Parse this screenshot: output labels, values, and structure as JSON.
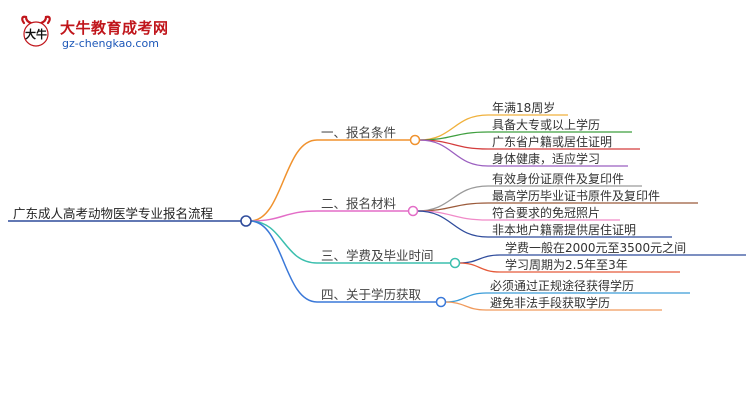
{
  "logo": {
    "title": "大牛教育成考网",
    "url": "gz-chengkao.com",
    "mark_text": "大牛",
    "colors": {
      "title": "#c0151b",
      "url": "#1c57b8"
    }
  },
  "root": {
    "label": "广东成人高考动物医学专业报名流程"
  },
  "branches": [
    {
      "label": "一、报名条件",
      "color": "#f0922e",
      "children": [
        {
          "label": "年满18周岁",
          "color": "#f0b13c"
        },
        {
          "label": "具备大专或以上学历",
          "color": "#3f9f3f"
        },
        {
          "label": "广东省户籍或居住证明",
          "color": "#d43c3c"
        },
        {
          "label": "身体健康，适应学习",
          "color": "#9b5fc0"
        }
      ]
    },
    {
      "label": "二、报名材料",
      "color": "#e36dc7",
      "children": [
        {
          "label": "有效身份证原件及复印件",
          "color": "#9a9a9a"
        },
        {
          "label": "最高学历毕业证书原件及复印件",
          "color": "#9b5a3a"
        },
        {
          "label": "符合要求的免冠照片",
          "color": "#f08ac8"
        },
        {
          "label": "非本地户籍需提供居住证明",
          "color": "#2f4c9c"
        }
      ]
    },
    {
      "label": "三、学费及毕业时间",
      "color": "#3cbfae",
      "children": [
        {
          "label": "学费一般在2000元至3500元之间",
          "color": "#2f4c9c"
        },
        {
          "label": "学习周期为2.5年至3年",
          "color": "#e55a3a"
        }
      ]
    },
    {
      "label": "四、关于学历获取",
      "color": "#3a78d8",
      "children": [
        {
          "label": "必须通过正规途径获得学历",
          "color": "#3a9cd8"
        },
        {
          "label": "避免非法手段获取学历",
          "color": "#f09a5c"
        }
      ]
    }
  ]
}
